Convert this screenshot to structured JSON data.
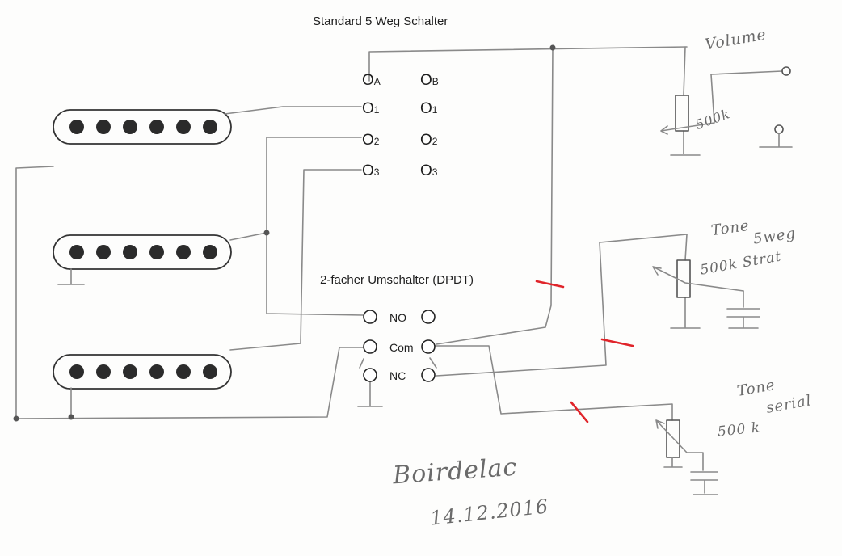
{
  "switch5": {
    "title": "Standard 5 Weg Schalter",
    "col_a": [
      {
        "main": "O",
        "sub": "A"
      },
      {
        "main": "O",
        "sub": "1"
      },
      {
        "main": "O",
        "sub": "2"
      },
      {
        "main": "O",
        "sub": "3"
      }
    ],
    "col_b": [
      {
        "main": "O",
        "sub": "B"
      },
      {
        "main": "O",
        "sub": "1"
      },
      {
        "main": "O",
        "sub": "2"
      },
      {
        "main": "O",
        "sub": "3"
      }
    ]
  },
  "dpdt": {
    "title": "2-facher Umschalter (DPDT)",
    "no": "NO",
    "com": "Com",
    "nc": "NC"
  },
  "handwriting": {
    "volume": "Volume",
    "volume_pot": "500k",
    "tone_5way_1": "Tone",
    "tone_5way_2": "5weg",
    "tone_5way_pot": "500k Strat",
    "tone_serial_1": "Tone",
    "tone_serial_2": "serial",
    "tone_serial_pot": "500 k",
    "signature": "Boirdelac",
    "date": "14.12.2016"
  },
  "colors": {
    "wire": "#8a8a8a",
    "pickup_pole": "#2b2b2b",
    "mark": "#e0242a"
  }
}
